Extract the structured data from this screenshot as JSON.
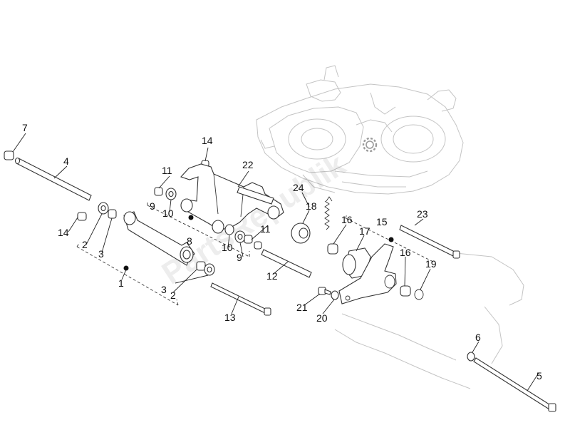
{
  "watermark": "PartsRepublik",
  "callouts": {
    "c1": "1",
    "c2a": "2",
    "c2b": "2",
    "c3a": "3",
    "c3b": "3",
    "c4": "4",
    "c5": "5",
    "c6": "6",
    "c7": "7",
    "c8": "8",
    "c9a": "9",
    "c9b": "9",
    "c10a": "10",
    "c10b": "10",
    "c11a": "11",
    "c11b": "11",
    "c12": "12",
    "c13": "13",
    "c14a": "14",
    "c14b": "14",
    "c15": "15",
    "c16a": "16",
    "c16b": "16",
    "c17": "17",
    "c18": "18",
    "c19": "19",
    "c20": "20",
    "c21": "21",
    "c22": "22",
    "c23": "23",
    "c24": "24"
  },
  "icon": "gear-icon"
}
